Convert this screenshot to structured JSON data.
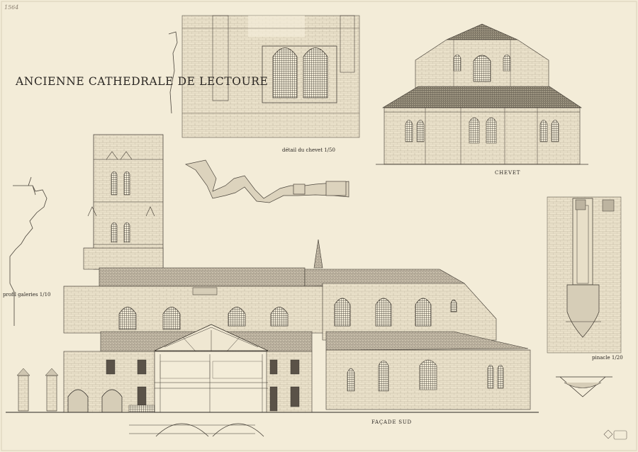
{
  "drawing": {
    "title": "ANCIENNE CATHEDRALE DE LECTOURE",
    "pencil_note": "1564",
    "labels": {
      "detail_chevet": "détail du chevet 1/50",
      "chevet": "CHEVET",
      "profil_galeries": "profil galeries 1/10",
      "pinacle": "pinacle 1/20",
      "facade_sud": "FAÇADE SUD"
    },
    "stamp_text": "",
    "colors": {
      "paper": "#f3ecd8",
      "ink": "#2a2622",
      "hatch": "#6e665a",
      "stone": "#e8dfc8"
    }
  }
}
